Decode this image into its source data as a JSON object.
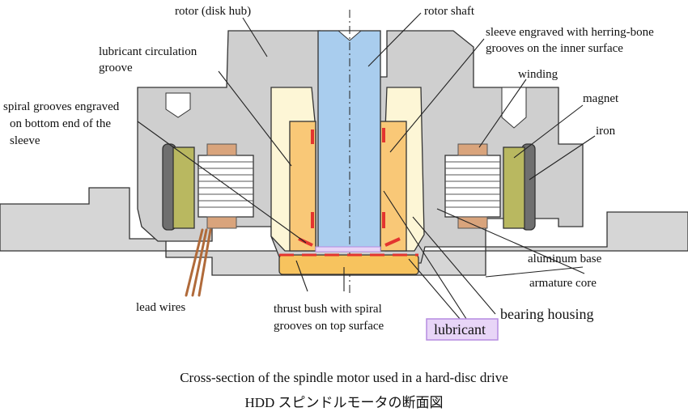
{
  "labels": {
    "rotor_disk_hub": "rotor (disk hub)",
    "rotor_shaft": "rotor shaft",
    "lubricant_groove_1": "lubricant circulation",
    "lubricant_groove_2": "groove",
    "sleeve_1": "sleeve engraved with herring-bone",
    "sleeve_2": "grooves on the inner surface",
    "winding": "winding",
    "magnet": "magnet",
    "iron": "iron",
    "spiral_1": "spiral grooves engraved",
    "spiral_2": "on bottom end of the",
    "spiral_3": "sleeve",
    "aluminum_base": "aluminum base",
    "armature_core": "armature core",
    "bearing_housing": "bearing housing",
    "lead_wires": "lead wires",
    "thrust_1": "thrust bush with spiral",
    "thrust_2": "grooves on top surface",
    "lubricant": "lubricant"
  },
  "caption": {
    "english": "Cross-section of the spindle motor used in a hard-disc drive",
    "japanese": "HDD スピンドルモータの断面図"
  },
  "colors": {
    "hub_gray": "#cfcfcf",
    "shaft_blue": "#a9cdee",
    "sleeve_orange": "#f9c877",
    "housing_cream": "#fdf6d6",
    "thrust_orange": "#f7c35e",
    "groove_red": "#e3342f",
    "magnet_olive": "#b9b860",
    "iron_gray": "#6f6f6f",
    "winding_copper": "#d9a47c",
    "lead_copper": "#b06a3a",
    "lubricant_fill": "#e8d5f7",
    "lubricant_border": "#b58be0"
  }
}
